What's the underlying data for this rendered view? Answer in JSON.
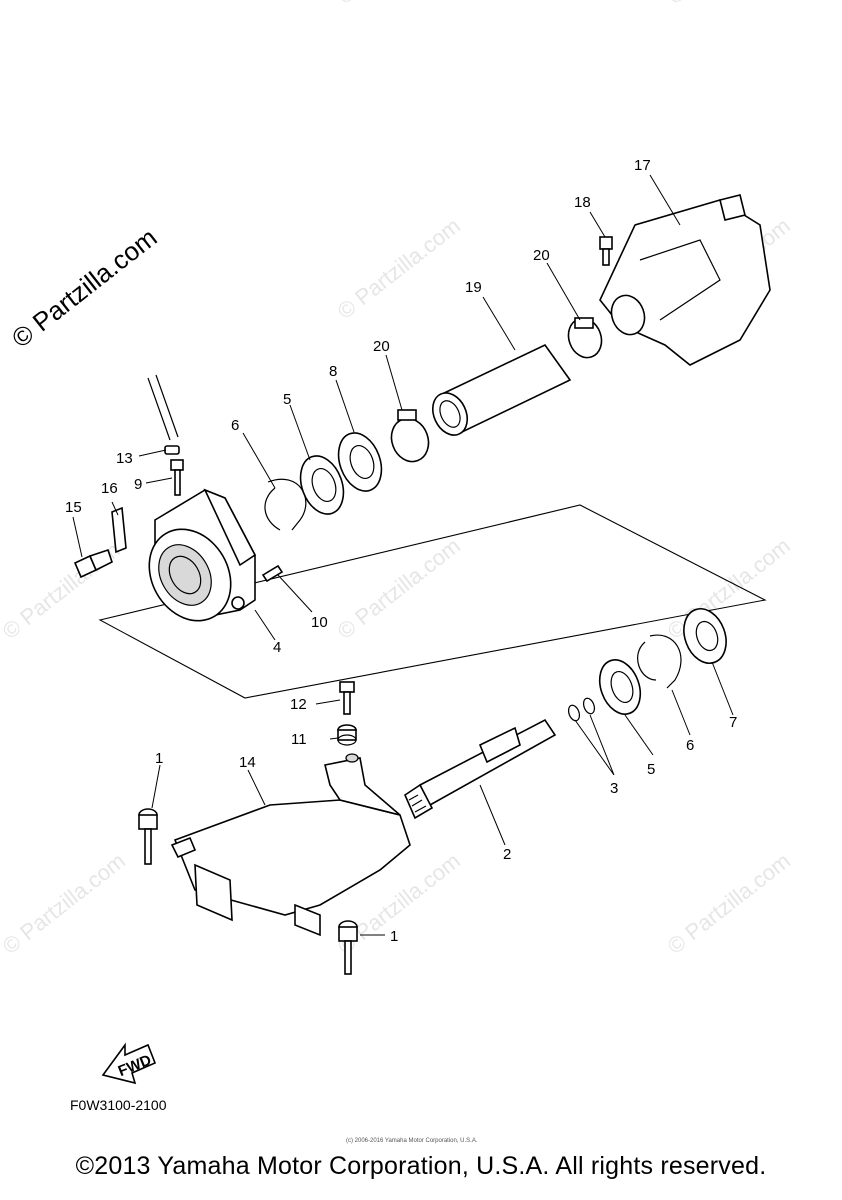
{
  "watermarks": {
    "corner": "© Partzilla.com",
    "repeat": "© Partzilla.com"
  },
  "callouts": {
    "c1a": "1",
    "c1b": "1",
    "c2": "2",
    "c3": "3",
    "c4": "4",
    "c5a": "5",
    "c5b": "5",
    "c6a": "6",
    "c6b": "6",
    "c7": "7",
    "c8": "8",
    "c9": "9",
    "c10": "10",
    "c11": "11",
    "c12": "12",
    "c13": "13",
    "c14": "14",
    "c15": "15",
    "c16": "16",
    "c17": "17",
    "c18": "18",
    "c19": "19",
    "c20a": "20",
    "c20b": "20"
  },
  "fwd_label": "FWD",
  "diagram_code": "F0W3100-2100",
  "tiny_copyright": "(c) 2006-2016 Yamaha Motor Corporation, U.S.A.",
  "copyright": "©2013 Yamaha Motor Corporation, U.S.A. All rights reserved."
}
